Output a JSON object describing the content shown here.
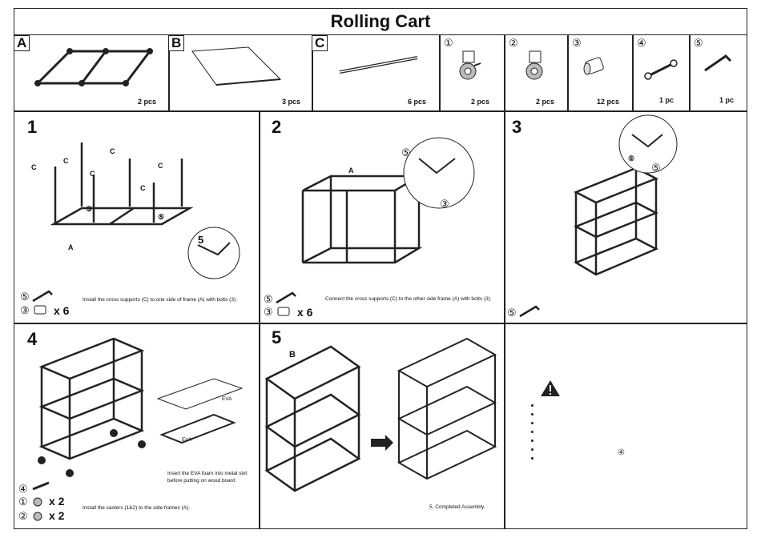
{
  "title": "Rolling Cart",
  "parts": [
    {
      "id": "A",
      "qty": "2 pcs"
    },
    {
      "id": "B",
      "qty": "3 pcs"
    },
    {
      "id": "C",
      "qty": "6 pcs"
    },
    {
      "id": "①",
      "qty": "2 pcs"
    },
    {
      "id": "②",
      "qty": "2 pcs"
    },
    {
      "id": "③",
      "qty": "12 pcs"
    },
    {
      "id": "④",
      "qty": "1 pc"
    },
    {
      "id": "⑤",
      "qty": "1 pc"
    }
  ],
  "steps": [
    {
      "num": "1",
      "caption": "Install the cross supports (C) to one side of frame (A) with bolts (3).",
      "tool": "⑤",
      "bolt": "③",
      "bolt_count": "x 6",
      "labels": [
        "C",
        "C",
        "C",
        "C",
        "C",
        "C",
        "A",
        "③",
        "⑤",
        "5"
      ]
    },
    {
      "num": "2",
      "caption": "Connect the cross supports (C) to the other side frame (A) with bolts (3).",
      "tool": "⑤",
      "bolt": "③",
      "bolt_count": "x 6",
      "labels": [
        "A",
        "⑤",
        "③"
      ]
    },
    {
      "num": "3",
      "tool": "⑤",
      "labels": [
        "⑤",
        "⑤"
      ]
    },
    {
      "num": "4",
      "caption": "Install the casters (1&2) to the side frames (A).",
      "tool": "④",
      "caster1": "①",
      "caster1_count": "x 2",
      "caster2": "②",
      "caster2_count": "x 2",
      "note": "Insert the EVA foam into metal slot before putting on wood board",
      "eva": "EVA"
    },
    {
      "num": "5",
      "caption": "5. Completed Assembly.",
      "labels": [
        "B"
      ]
    }
  ],
  "warning": {
    "ref": "④"
  }
}
